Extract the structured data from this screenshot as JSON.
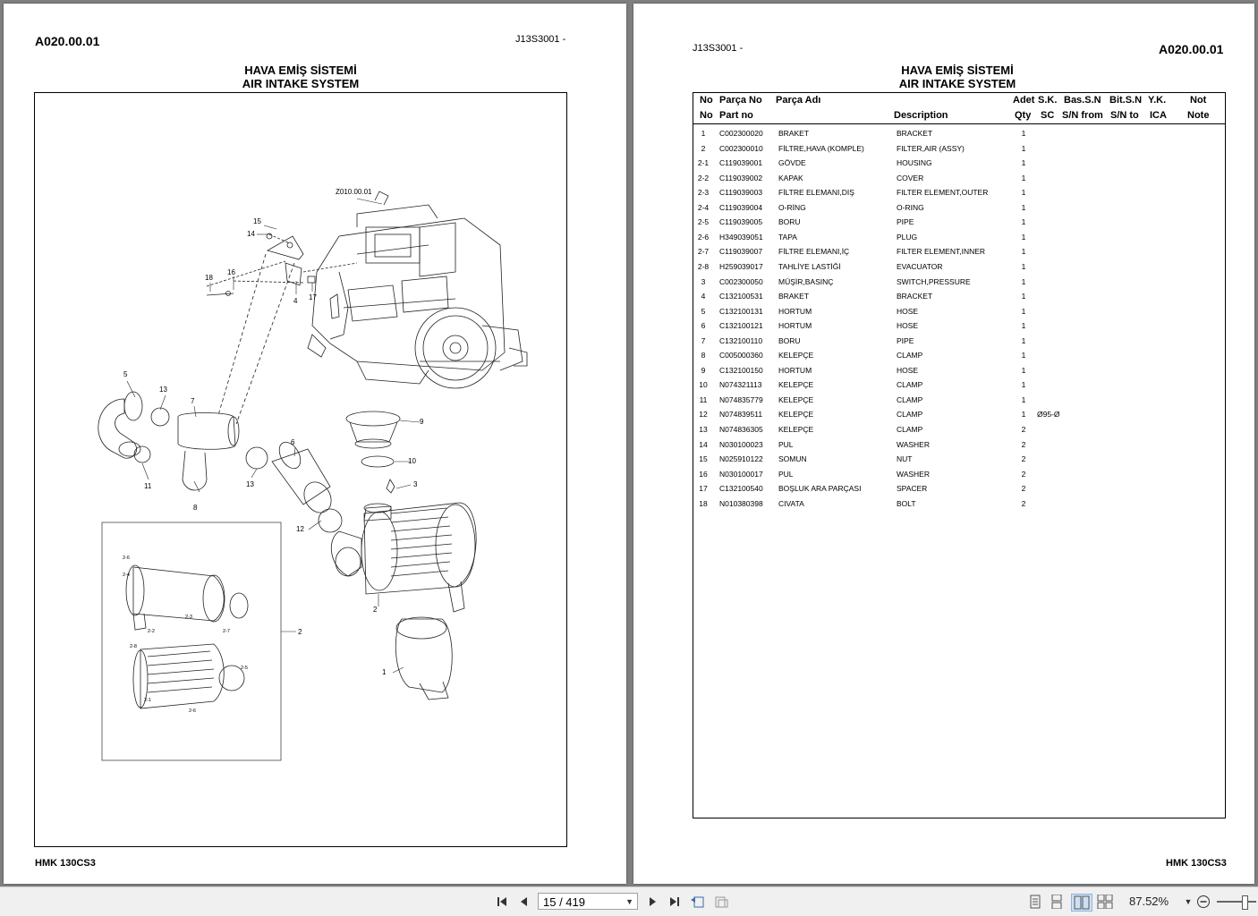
{
  "left_page": {
    "page_code": "A020.00.01",
    "serial": "J13S3001 -",
    "title_tr": "HAVA EMİŞ SİSTEMİ",
    "title_en": "AIR INTAKE SYSTEM",
    "footer_model": "HMK 130CS3",
    "callouts": {
      "ref": "Z010.00.01",
      "c1": "1",
      "c2": "2",
      "c3": "3",
      "c4": "4",
      "c5": "5",
      "c6": "6",
      "c7": "7",
      "c8": "8",
      "c9": "9",
      "c10": "10",
      "c11": "11",
      "c12": "12",
      "c13a": "13",
      "c13b": "13",
      "c14": "14",
      "c15": "15",
      "c16": "16",
      "c17": "17",
      "c18": "18",
      "s26": "2-6",
      "s24": "2-4",
      "s23": "2-3",
      "s22": "2-2",
      "s27": "2-7",
      "s28": "2-8",
      "s21": "2-1",
      "s25": "2-5",
      "s26b": "2-6"
    }
  },
  "right_page": {
    "serial": "J13S3001 -",
    "page_code": "A020.00.01",
    "title_tr": "HAVA EMİŞ SİSTEMİ",
    "title_en": "AIR INTAKE SYSTEM",
    "footer_model": "HMK 130CS3",
    "headers": {
      "no_tr": "No",
      "part_tr": "Parça No",
      "name_tr": "Parça Adı",
      "qty_tr": "Adet",
      "sk": "S.K.",
      "bas": "Bas.S.N",
      "bit": "Bit.S.N",
      "yk": "Y.K.",
      "not": "Not",
      "no_en": "No",
      "part_en": "Part no",
      "desc": "Description",
      "qty_en": "Qty",
      "sc": "SC",
      "from": "S/N from",
      "to": "S/N to",
      "ica": "ICA",
      "note": "Note"
    },
    "rows": [
      {
        "no": "1",
        "part": "C002300020",
        "tr": "BRAKET",
        "en": "BRACKET",
        "qty": "1",
        "sn": ""
      },
      {
        "no": "2",
        "part": "C002300010",
        "tr": "FİLTRE,HAVA (KOMPLE)",
        "en": "FILTER,AIR (ASSY)",
        "qty": "1",
        "sn": ""
      },
      {
        "no": "2-1",
        "part": "C119039001",
        "tr": "GÖVDE",
        "en": "HOUSING",
        "qty": "1",
        "sn": ""
      },
      {
        "no": "2-2",
        "part": "C119039002",
        "tr": "KAPAK",
        "en": "COVER",
        "qty": "1",
        "sn": ""
      },
      {
        "no": "2-3",
        "part": "C119039003",
        "tr": "FİLTRE ELEMANI,DIŞ",
        "en": "FILTER ELEMENT,OUTER",
        "qty": "1",
        "sn": ""
      },
      {
        "no": "2-4",
        "part": "C119039004",
        "tr": "O-RİNG",
        "en": "O-RING",
        "qty": "1",
        "sn": ""
      },
      {
        "no": "2-5",
        "part": "C119039005",
        "tr": "BORU",
        "en": "PIPE",
        "qty": "1",
        "sn": ""
      },
      {
        "no": "2-6",
        "part": "H349039051",
        "tr": "TAPA",
        "en": "PLUG",
        "qty": "1",
        "sn": ""
      },
      {
        "no": "2-7",
        "part": "C119039007",
        "tr": "FİLTRE ELEMANI,İÇ",
        "en": "FILTER ELEMENT,INNER",
        "qty": "1",
        "sn": ""
      },
      {
        "no": "2-8",
        "part": "H259039017",
        "tr": "TAHLİYE LASTİĞİ",
        "en": "EVACUATOR",
        "qty": "1",
        "sn": ""
      },
      {
        "no": "3",
        "part": "C002300050",
        "tr": "MÜŞİR,BASINÇ",
        "en": "SWITCH,PRESSURE",
        "qty": "1",
        "sn": ""
      },
      {
        "no": "4",
        "part": "C132100531",
        "tr": "BRAKET",
        "en": "BRACKET",
        "qty": "1",
        "sn": ""
      },
      {
        "no": "5",
        "part": "C132100131",
        "tr": "HORTUM",
        "en": "HOSE",
        "qty": "1",
        "sn": ""
      },
      {
        "no": "6",
        "part": "C132100121",
        "tr": "HORTUM",
        "en": "HOSE",
        "qty": "1",
        "sn": ""
      },
      {
        "no": "7",
        "part": "C132100110",
        "tr": "BORU",
        "en": "PIPE",
        "qty": "1",
        "sn": ""
      },
      {
        "no": "8",
        "part": "C005000360",
        "tr": "KELEPÇE",
        "en": "CLAMP",
        "qty": "1",
        "sn": ""
      },
      {
        "no": "9",
        "part": "C132100150",
        "tr": "HORTUM",
        "en": "HOSE",
        "qty": "1",
        "sn": ""
      },
      {
        "no": "10",
        "part": "N074321113",
        "tr": "KELEPÇE",
        "en": "CLAMP",
        "qty": "1",
        "sn": ""
      },
      {
        "no": "11",
        "part": "N074835779",
        "tr": "KELEPÇE",
        "en": "CLAMP",
        "qty": "1",
        "sn": ""
      },
      {
        "no": "12",
        "part": "N074839511",
        "tr": "KELEPÇE",
        "en": "CLAMP",
        "qty": "1",
        "sn": "Ø95-Ø"
      },
      {
        "no": "13",
        "part": "N074836305",
        "tr": "KELEPÇE",
        "en": "CLAMP",
        "qty": "2",
        "sn": ""
      },
      {
        "no": "14",
        "part": "N030100023",
        "tr": "PUL",
        "en": "WASHER",
        "qty": "2",
        "sn": ""
      },
      {
        "no": "15",
        "part": "N025910122",
        "tr": "SOMUN",
        "en": "NUT",
        "qty": "2",
        "sn": ""
      },
      {
        "no": "16",
        "part": "N030100017",
        "tr": "PUL",
        "en": "WASHER",
        "qty": "2",
        "sn": ""
      },
      {
        "no": "17",
        "part": "C132100540",
        "tr": "BOŞLUK ARA PARÇASI",
        "en": "SPACER",
        "qty": "2",
        "sn": ""
      },
      {
        "no": "18",
        "part": "N010380398",
        "tr": "CIVATA",
        "en": "BOLT",
        "qty": "2",
        "sn": ""
      }
    ]
  },
  "toolbar": {
    "page_indicator": "15 / 419",
    "zoom": "87.52%",
    "icons": [
      "first-page-icon",
      "previous-page-icon",
      "next-page-icon",
      "last-page-icon",
      "previous-view-icon",
      "next-view-icon",
      "single-page-icon",
      "continuous-icon",
      "facing-pages-icon",
      "continuous-facing-icon",
      "zoom-out-icon"
    ]
  }
}
